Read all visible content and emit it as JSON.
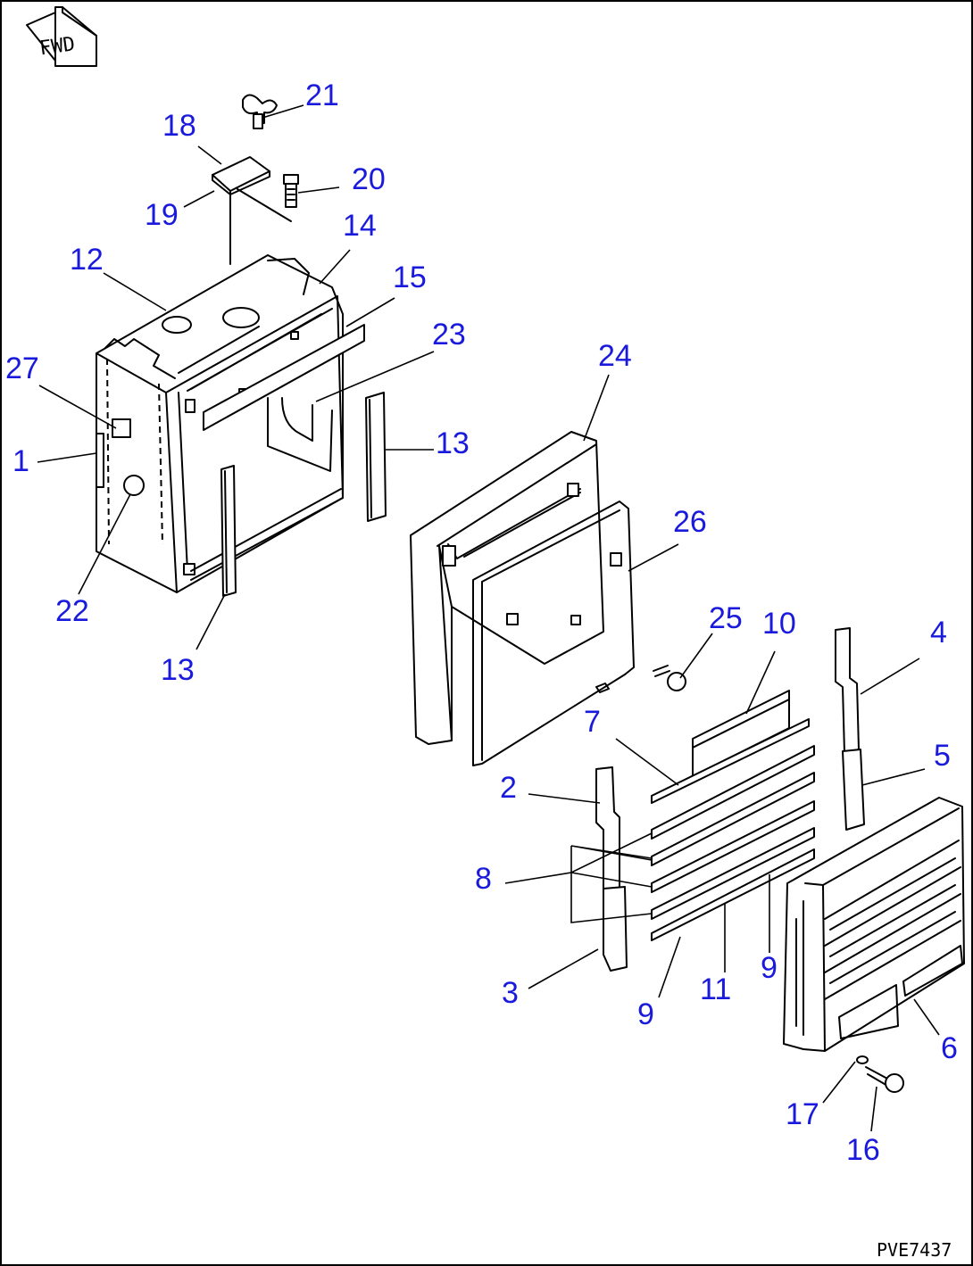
{
  "direction_indicator": {
    "label": "FWD"
  },
  "drawing_number": "PVE7437",
  "callouts": [
    {
      "id": "c1",
      "label": "1"
    },
    {
      "id": "c2",
      "label": "2"
    },
    {
      "id": "c3",
      "label": "3"
    },
    {
      "id": "c4",
      "label": "4"
    },
    {
      "id": "c5",
      "label": "5"
    },
    {
      "id": "c6",
      "label": "6"
    },
    {
      "id": "c7",
      "label": "7"
    },
    {
      "id": "c8",
      "label": "8"
    },
    {
      "id": "c9a",
      "label": "9"
    },
    {
      "id": "c9b",
      "label": "9"
    },
    {
      "id": "c10",
      "label": "10"
    },
    {
      "id": "c11",
      "label": "11"
    },
    {
      "id": "c12",
      "label": "12"
    },
    {
      "id": "c13a",
      "label": "13"
    },
    {
      "id": "c13b",
      "label": "13"
    },
    {
      "id": "c14",
      "label": "14"
    },
    {
      "id": "c15",
      "label": "15"
    },
    {
      "id": "c16",
      "label": "16"
    },
    {
      "id": "c17",
      "label": "17"
    },
    {
      "id": "c18",
      "label": "18"
    },
    {
      "id": "c19",
      "label": "19"
    },
    {
      "id": "c20",
      "label": "20"
    },
    {
      "id": "c21",
      "label": "21"
    },
    {
      "id": "c22",
      "label": "22"
    },
    {
      "id": "c23",
      "label": "23"
    },
    {
      "id": "c24",
      "label": "24"
    },
    {
      "id": "c25",
      "label": "25"
    },
    {
      "id": "c26",
      "label": "26"
    },
    {
      "id": "c27",
      "label": "27"
    }
  ]
}
